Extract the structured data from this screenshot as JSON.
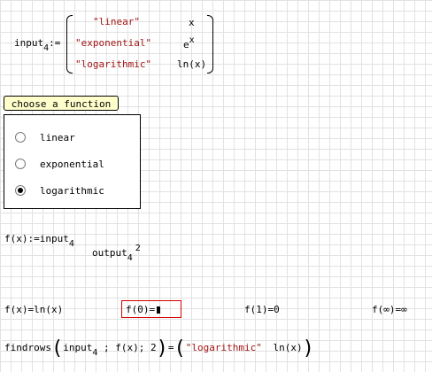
{
  "definition": {
    "lhs": "input",
    "lhs_subscript": "4",
    "assign": ":=",
    "matrix": [
      {
        "label": "\"linear\"",
        "expr": "x",
        "expr_sup": ""
      },
      {
        "label": "\"exponential\"",
        "expr": "e",
        "expr_sup": "x"
      },
      {
        "label": "\"logarithmic\"",
        "expr": "ln(x)",
        "expr_sup": ""
      }
    ]
  },
  "widget": {
    "title": "choose a function",
    "options": [
      "linear",
      "exponential",
      "logarithmic"
    ],
    "selected": "logarithmic"
  },
  "function_def": {
    "lhs": "f(x)",
    "assign": ":=",
    "input": "input",
    "input_sub": "4",
    "output": "output",
    "output_sub": "4",
    "output_sup": "2"
  },
  "results": {
    "fx": "f(x)=ln(x)",
    "f0": "f(0)=",
    "f1": "f(1)=0",
    "finf": "f(∞)=∞"
  },
  "findrows": {
    "func": "findrows",
    "arg1": "input",
    "arg1_sub": "4",
    "sep1": ";",
    "arg2": "f(x)",
    "sep2": ";",
    "arg3": "2",
    "equals": "=",
    "result_label": "\"logarithmic\"",
    "result_expr": "ln(x)"
  }
}
